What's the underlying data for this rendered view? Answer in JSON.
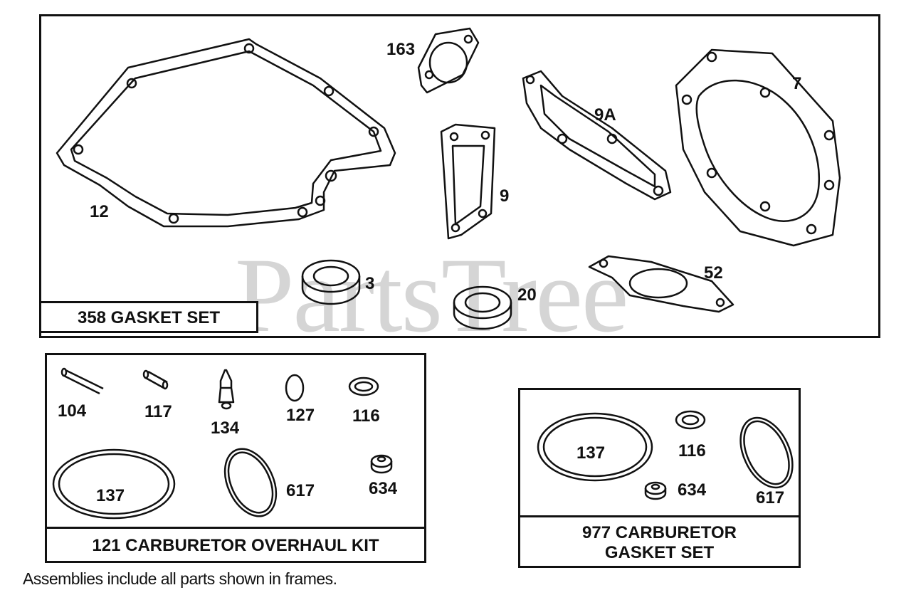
{
  "watermark": "PartsTree",
  "gasket_set": {
    "title": "358 GASKET SET",
    "parts": {
      "p12": "12",
      "p163": "163",
      "p9": "9",
      "p9a": "9A",
      "p7": "7",
      "p3": "3",
      "p20": "20",
      "p52": "52"
    }
  },
  "overhaul_kit": {
    "title": "121 CARBURETOR OVERHAUL KIT",
    "parts": {
      "p104": "104",
      "p117": "117",
      "p134": "134",
      "p127": "127",
      "p116": "116",
      "p137": "137",
      "p617": "617",
      "p634": "634"
    }
  },
  "carb_gasket_set": {
    "title_line1": "977 CARBURETOR",
    "title_line2": "GASKET SET",
    "parts": {
      "p137": "137",
      "p116": "116",
      "p634": "634",
      "p617": "617"
    }
  },
  "caption": "Assemblies include all parts shown in frames."
}
